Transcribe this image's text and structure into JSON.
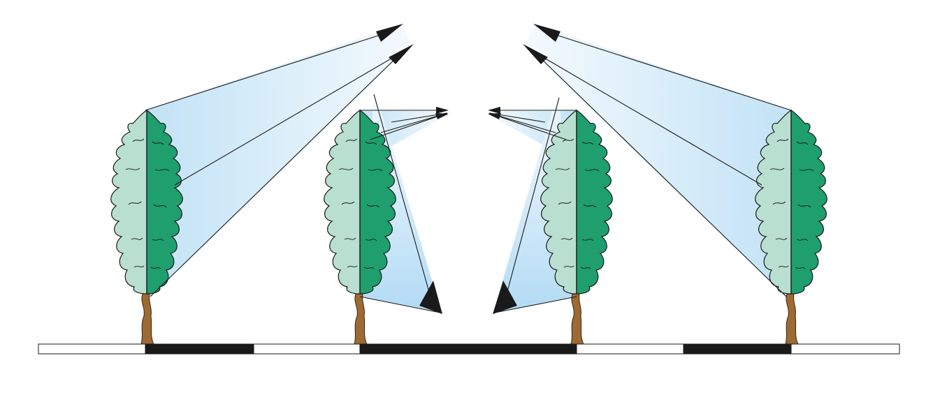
{
  "diagram": {
    "subject": "four-trees-light-fan-illustration",
    "colors": {
      "background": "#ffffff",
      "foliage_light": "#b8dfcf",
      "foliage_dark": "#1f9e6e",
      "trunk": "#9c6a33",
      "fan_light": "#eef7fd",
      "fan_dark": "#b6ddf4",
      "ground_dark": "#1a1a1a",
      "ground_light": "#ffffff",
      "outline": "#1a1a1a"
    },
    "trees": [
      {
        "id": "tree-1",
        "lit_side": "right"
      },
      {
        "id": "tree-2",
        "lit_side": "right"
      },
      {
        "id": "tree-3",
        "lit_side": "left"
      },
      {
        "id": "tree-4",
        "lit_side": "left"
      }
    ],
    "ground_segments": [
      "light",
      "dark",
      "light",
      "dark",
      "light",
      "dark",
      "light"
    ]
  }
}
